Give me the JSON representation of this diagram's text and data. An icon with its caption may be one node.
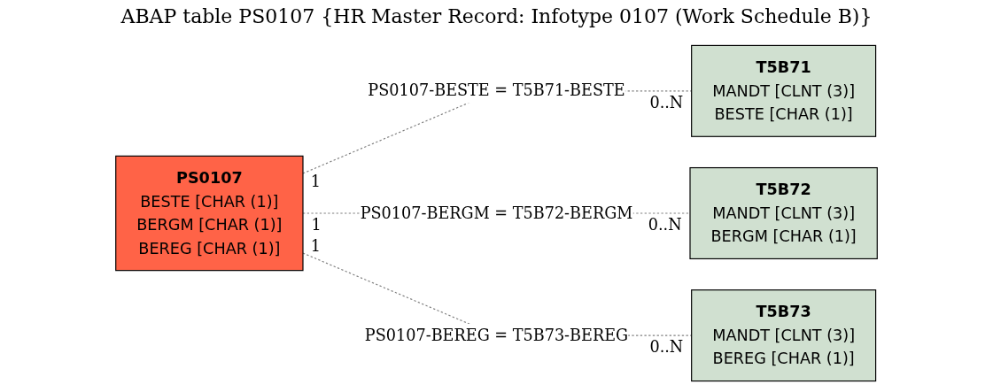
{
  "diagram": {
    "title": "ABAP table PS0107 {HR Master Record: Infotype 0107 (Work Schedule B)}",
    "nodes": [
      {
        "text": [
          "PS0107",
          "BESTE [CHAR (1)]",
          "BERGM [CHAR (1)]",
          "BEREG [CHAR (1)]"
        ],
        "beside": [
          "1",
          "1",
          "1"
        ]
      },
      {
        "text": [
          "T5B71",
          "MANDT [CLNT (3)]",
          "BESTE [CHAR (1)]"
        ],
        "beside": [
          "0..N"
        ]
      },
      {
        "text": [
          "T5B72",
          "MANDT [CLNT (3)]",
          "BERGM [CHAR (1)]"
        ],
        "beside": [
          "0..N"
        ]
      },
      {
        "text": [
          "T5B73",
          "MANDT [CLNT (3)]",
          "BEREG [CHAR (1)]"
        ],
        "beside": [
          "0..N"
        ]
      }
    ],
    "edges": [
      {
        "from": 0,
        "to": 1,
        "arrow": "none",
        "label": "PS0107-BESTE = T5B71-BESTE",
        "style": "dashed"
      },
      {
        "from": 0,
        "to": 2,
        "arrow": "none",
        "label": "PS0107-BERGM = T5B72-BERGM",
        "style": "dashed"
      },
      {
        "from": 0,
        "to": 3,
        "arrow": "none",
        "label": "PS0107-BEREG = T5B73-BEREG",
        "style": "dashed"
      }
    ]
  }
}
